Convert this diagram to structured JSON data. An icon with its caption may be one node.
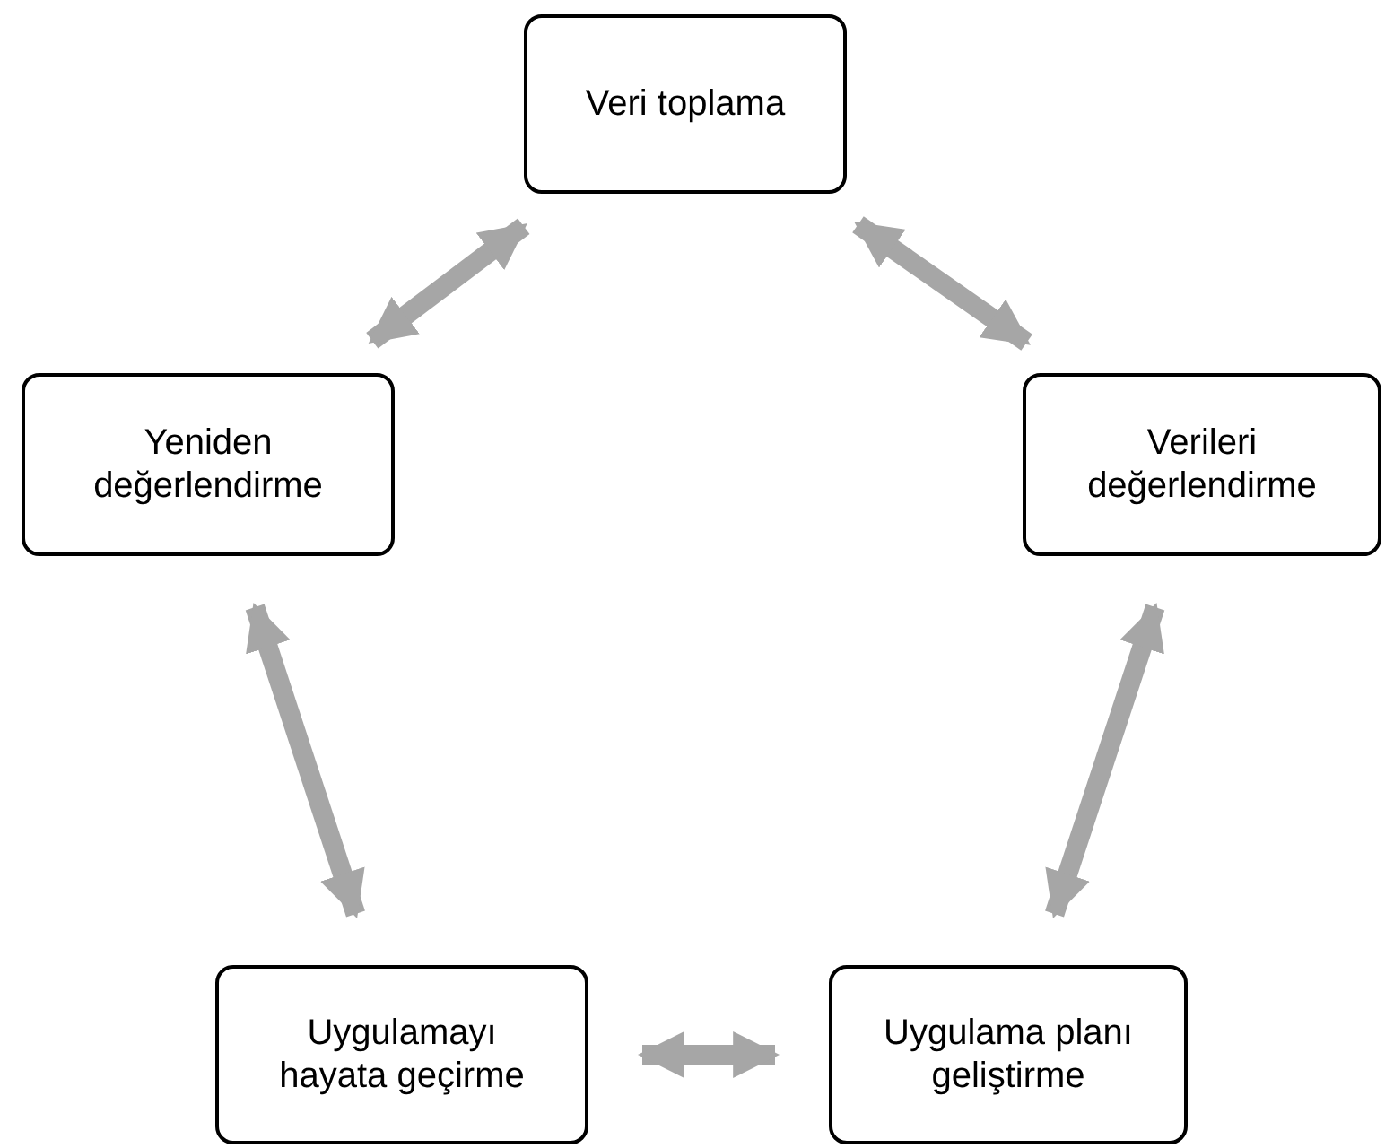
{
  "diagram": {
    "nodes": [
      {
        "text": [
          "Veri toplama"
        ]
      },
      {
        "text": [
          "Yeniden değerlendirme"
        ]
      },
      {
        "text": [
          "Verileri değerlendirme"
        ]
      },
      {
        "text": [
          "Uygulamayı hayata geçirme"
        ]
      },
      {
        "text": [
          "Uygulama planı geliştirme"
        ]
      }
    ],
    "edges": [
      {
        "from": 0,
        "to": 1,
        "arrow": "both"
      },
      {
        "from": 0,
        "to": 2,
        "arrow": "both"
      },
      {
        "from": 2,
        "to": 4,
        "arrow": "both"
      },
      {
        "from": 1,
        "to": 3,
        "arrow": "both"
      },
      {
        "from": 3,
        "to": 4,
        "arrow": "both"
      }
    ]
  }
}
